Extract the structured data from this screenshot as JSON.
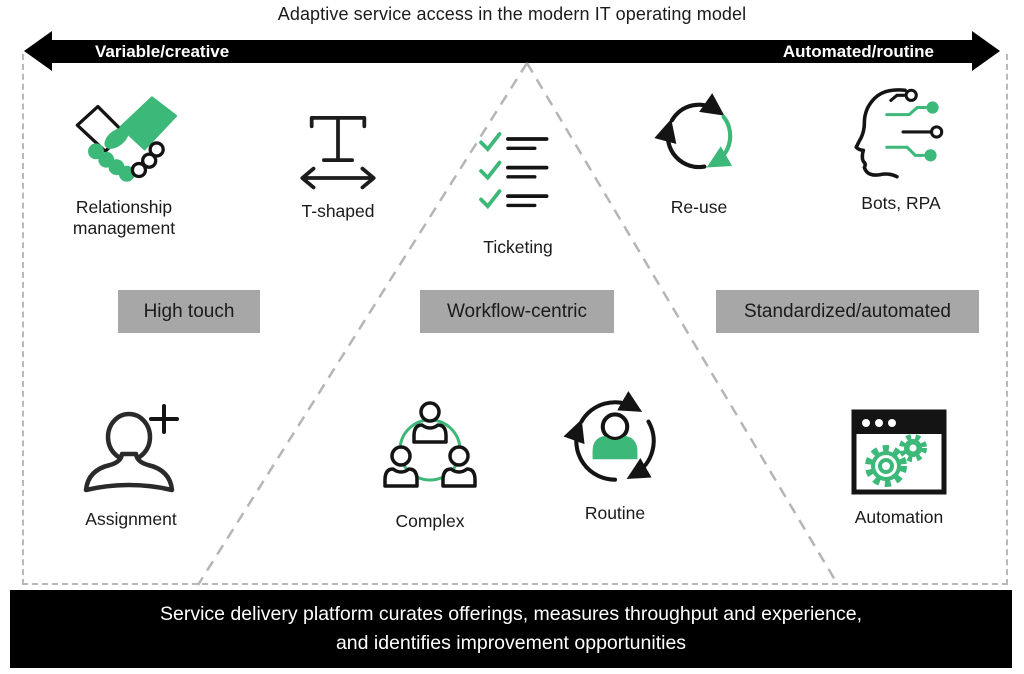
{
  "title": "Adaptive service access in the modern IT operating model",
  "spectrum": {
    "left": "Variable/creative",
    "right": "Automated/routine"
  },
  "zones": [
    {
      "label": "High touch"
    },
    {
      "label": "Workflow-centric"
    },
    {
      "label": "Standardized/automated"
    }
  ],
  "top_row": [
    {
      "name": "relationship-management",
      "label": "Relationship management"
    },
    {
      "name": "t-shaped",
      "label": "T-shaped"
    },
    {
      "name": "ticketing",
      "label": "Ticketing"
    },
    {
      "name": "re-use",
      "label": "Re-use"
    },
    {
      "name": "bots-rpa",
      "label": "Bots, RPA"
    }
  ],
  "bottom_row": [
    {
      "name": "assignment",
      "label": "Assignment"
    },
    {
      "name": "complex",
      "label": "Complex"
    },
    {
      "name": "routine",
      "label": "Routine"
    },
    {
      "name": "automation",
      "label": "Automation"
    }
  ],
  "footer": {
    "line1": "Service delivery platform curates offerings, measures throughput and experience,",
    "line2": "and identifies improvement opportunities"
  },
  "colors": {
    "accent_green": "#3cb878",
    "zone_gray": "#a7a7a7",
    "bar_black": "#000000",
    "dash_gray": "#b9b9b9"
  }
}
